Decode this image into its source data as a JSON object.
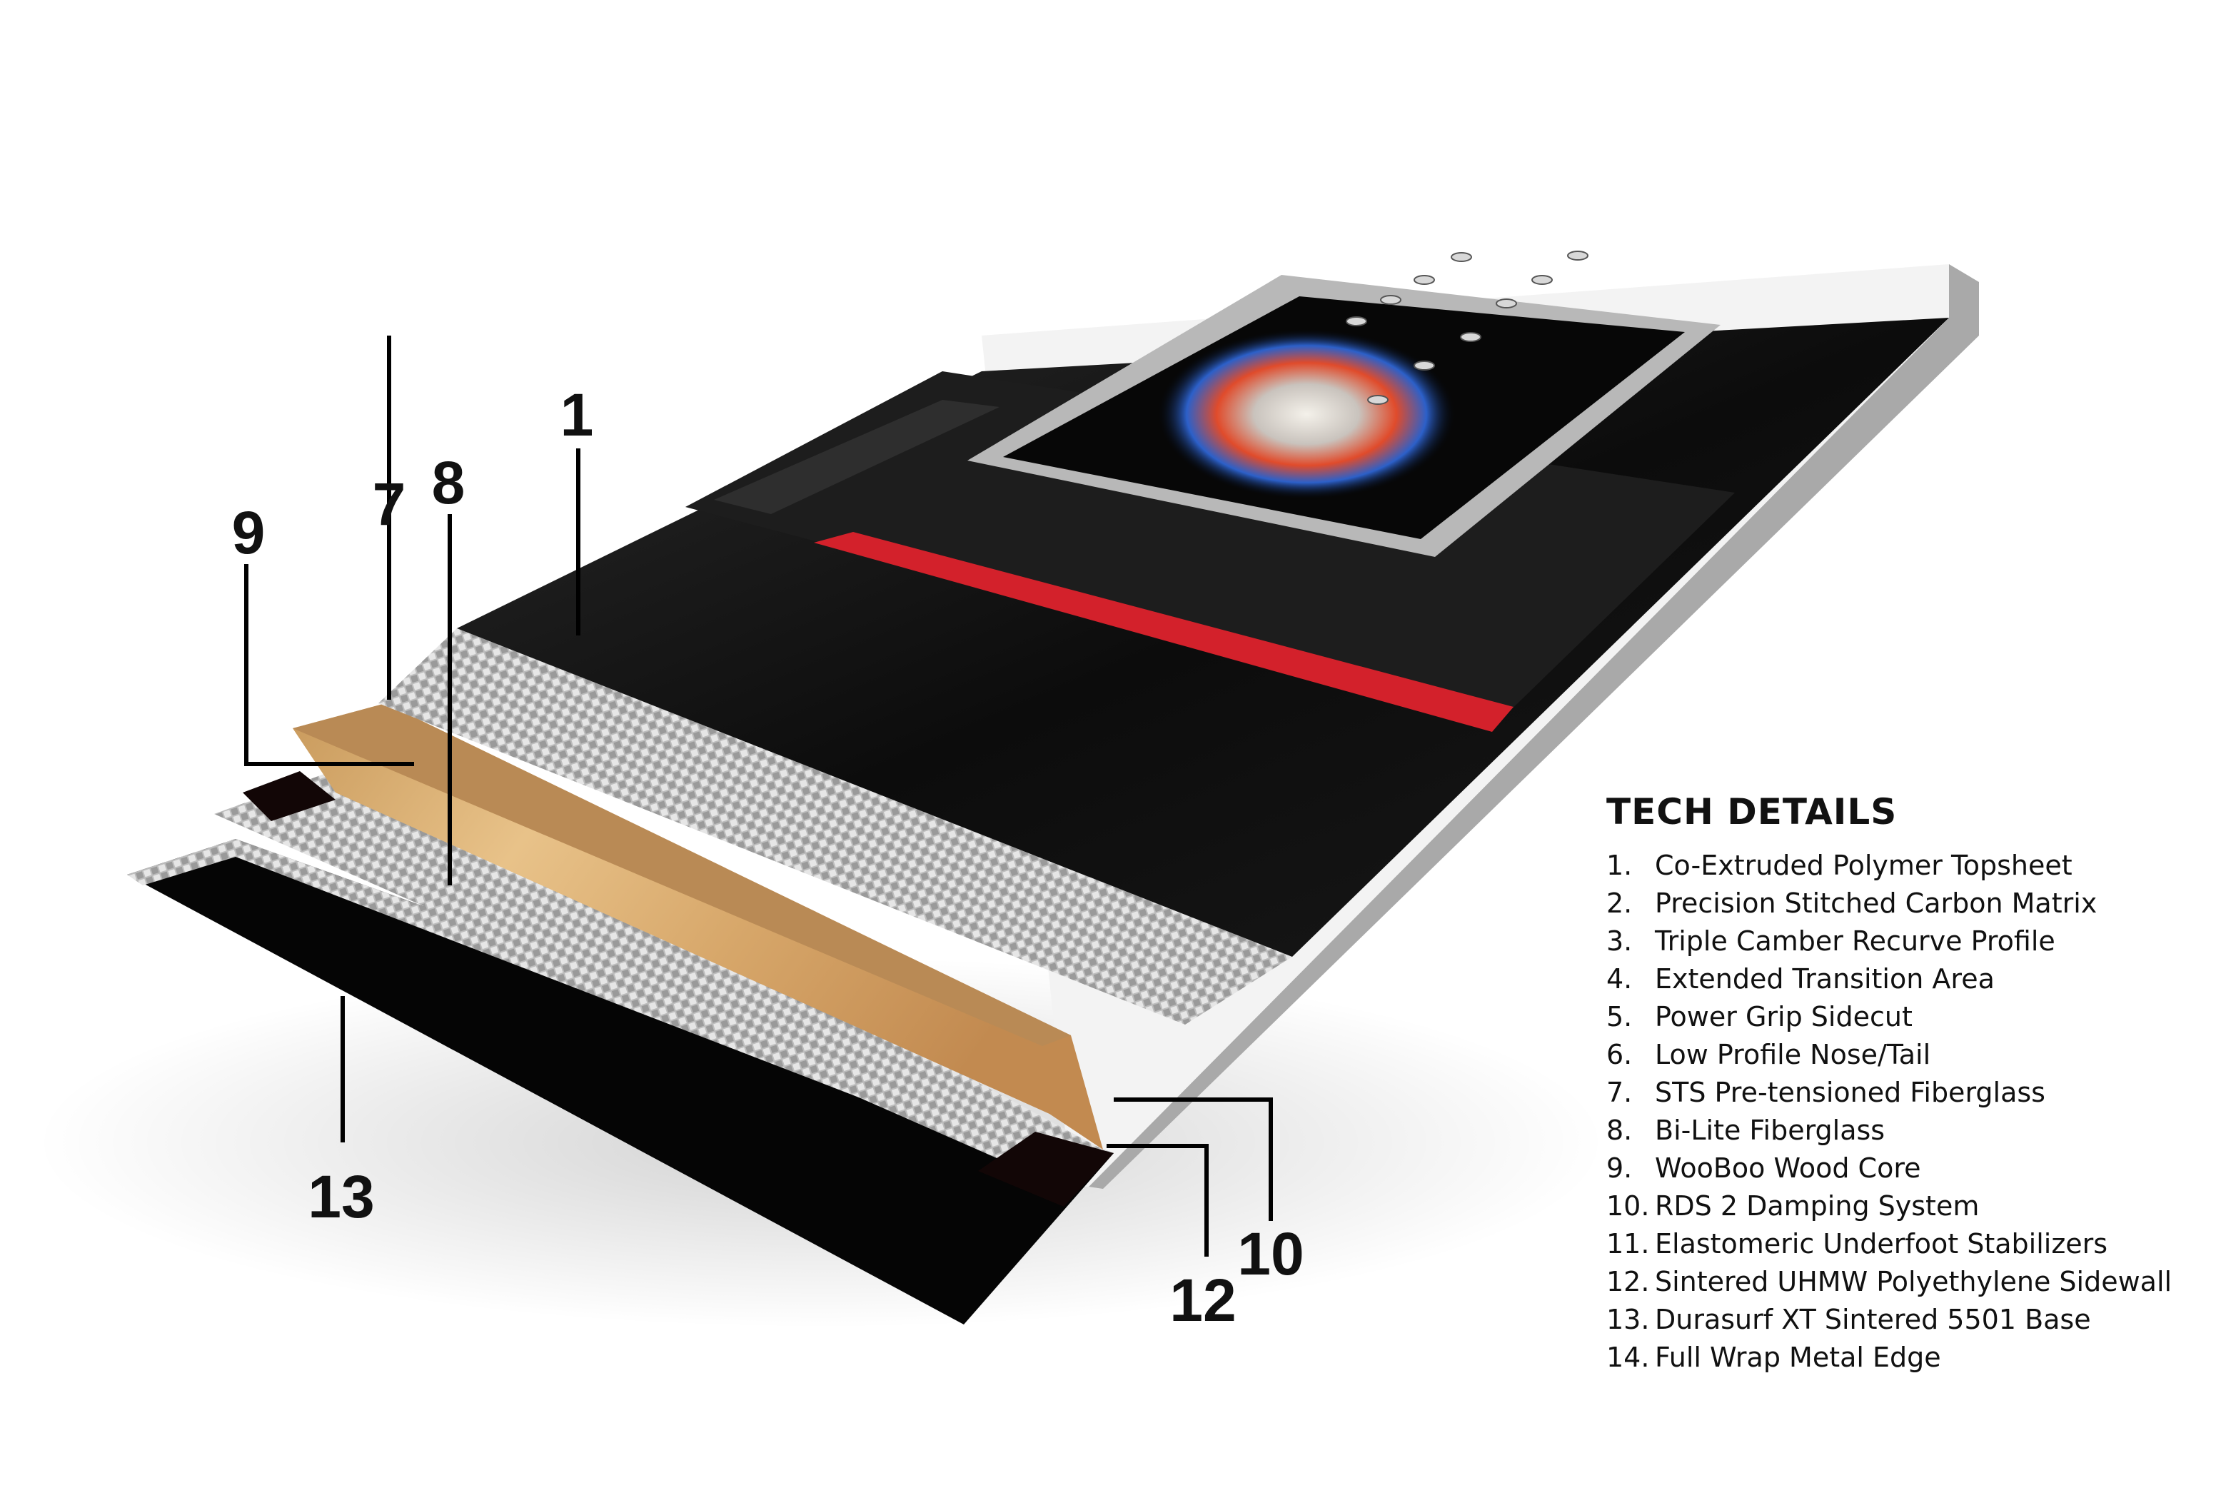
{
  "callouts": {
    "c1": "1",
    "c7": "7",
    "c8": "8",
    "c9": "9",
    "c10": "10",
    "c12": "12",
    "c13": "13"
  },
  "tech_details": {
    "title": "TECH DETAILS",
    "items": [
      {
        "num": "1.",
        "label": "Co-Extruded Polymer Topsheet"
      },
      {
        "num": "2.",
        "label": "Precision Stitched Carbon Matrix"
      },
      {
        "num": "3.",
        "label": "Triple Camber Recurve Profile"
      },
      {
        "num": "4.",
        "label": "Extended Transition Area"
      },
      {
        "num": "5.",
        "label": "Power Grip Sidecut"
      },
      {
        "num": "6.",
        "label": "Low Profile Nose/Tail"
      },
      {
        "num": "7.",
        "label": "STS Pre-tensioned Fiberglass"
      },
      {
        "num": "8.",
        "label": "Bi-Lite Fiberglass"
      },
      {
        "num": "9.",
        "label": "WooBoo Wood Core"
      },
      {
        "num": "10.",
        "label": "RDS 2 Damping System"
      },
      {
        "num": "11.",
        "label": "Elastomeric Underfoot Stabilizers"
      },
      {
        "num": "12.",
        "label": "Sintered UHMW Polyethylene Sidewall"
      },
      {
        "num": "13.",
        "label": "Durasurf XT Sintered 5501 Base"
      },
      {
        "num": "14.",
        "label": "Full Wrap Metal Edge"
      }
    ]
  },
  "colors": {
    "topsheet": "#0b0b0b",
    "stripe": "#d3212b",
    "wood": "#d9ae6c",
    "fiberglass": "#c9c9c9",
    "sidewall": "#b5b5b5",
    "base": "#050505"
  }
}
